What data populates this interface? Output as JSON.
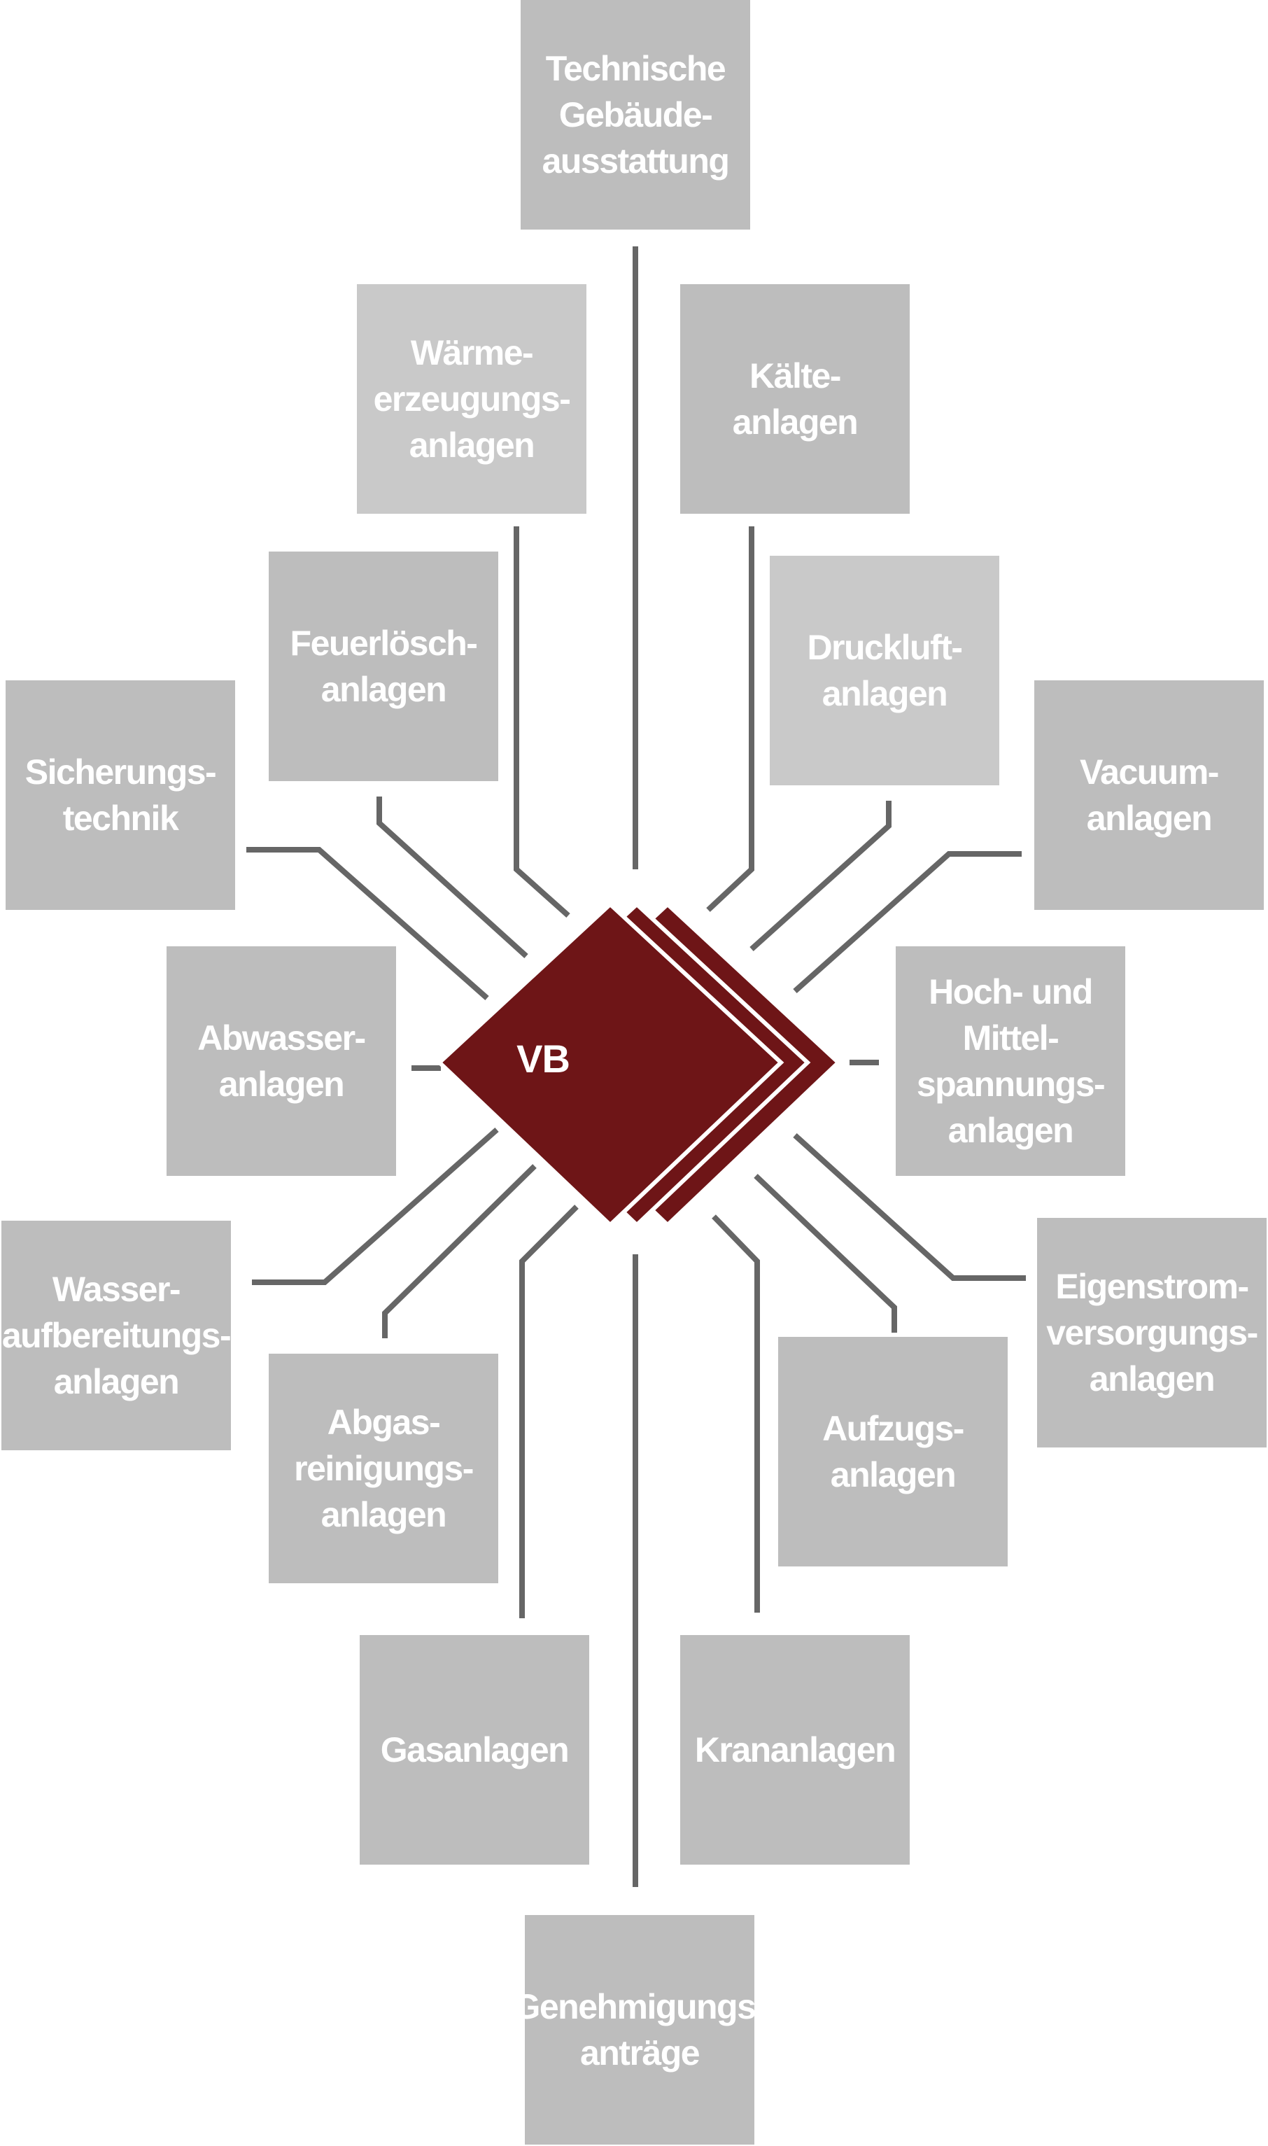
{
  "center": {
    "label": "VB",
    "color": "#6e1517"
  },
  "colors": {
    "box": "#bdbdbd",
    "box_light": "#c9c9c9",
    "connector": "#666666",
    "text": "#ffffff"
  },
  "nodes": [
    {
      "id": "technische-gebaeudeausstattung",
      "label": "Technische\nGebäude-\nausstattung"
    },
    {
      "id": "waermeerzeugungsanlagen",
      "label": "Wärme-\nerzeugungs-\nanlagen"
    },
    {
      "id": "kaelteanlagen",
      "label": "Kälte-\nanlagen"
    },
    {
      "id": "feuerloeschanlagen",
      "label": "Feuerlösch-\nanlagen"
    },
    {
      "id": "druckluftanlagen",
      "label": "Druckluft-\nanlagen"
    },
    {
      "id": "sicherungstechnik",
      "label": "Sicherungs-\ntechnik"
    },
    {
      "id": "vacuumanlagen",
      "label": "Vacuum-\nanlagen"
    },
    {
      "id": "abwasseranlagen",
      "label": "Abwasser-\nanlagen"
    },
    {
      "id": "hoch-und-mittelspannungsanlagen",
      "label": "Hoch- und\nMittel-\nspannungs-\nanlagen"
    },
    {
      "id": "wasseraufbereitungsanlagen",
      "label": "Wasser-\naufbereitungs-\nanlagen"
    },
    {
      "id": "eigenstromversorgungsanlagen",
      "label": "Eigenstrom-\nversorgungs-\nanlagen"
    },
    {
      "id": "abgasreinigungsanlagen",
      "label": "Abgas-\nreinigungs-\nanlagen"
    },
    {
      "id": "aufzugsanlagen",
      "label": "Aufzugs-\nanlagen"
    },
    {
      "id": "gasanlagen",
      "label": "Gasanlagen"
    },
    {
      "id": "krananlagen",
      "label": "Krananlagen"
    },
    {
      "id": "genehmigungsantraege",
      "label": "Genehmigungs-\nanträge"
    }
  ]
}
